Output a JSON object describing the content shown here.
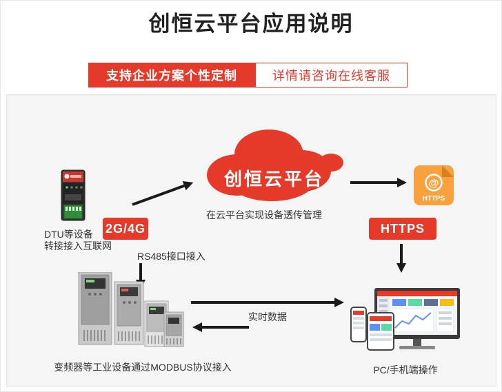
{
  "header": {
    "title": "创恒云平台应用说明"
  },
  "banner": {
    "primary": "支持企业方案个性定制",
    "secondary": "详情请咨询在线客服"
  },
  "flow": {
    "dtu_caption_line1": "DTU等设备",
    "dtu_caption_line2": "转接接入互联网",
    "network_badge": "2G/4G",
    "rs485_label": "RS485接口接入",
    "cloud_label": "创恒云平台",
    "cloud_caption": "在云平台实现设备透传管理",
    "https_badge": "HTTPS",
    "https_icon_symbol": "@",
    "https_icon_label": "HTTPS",
    "realtime_label": "实时数据",
    "equipment_caption": "变频器等工业设备通过MODBUS协议接入",
    "pc_caption": "PC/手机端操作"
  },
  "colors": {
    "accent_red": "#e5392a",
    "doc_orange": "#f9a13c",
    "panel_bg": "#f5f5f5",
    "text_dark": "#333333",
    "arrow_black": "#1a1a1a"
  }
}
